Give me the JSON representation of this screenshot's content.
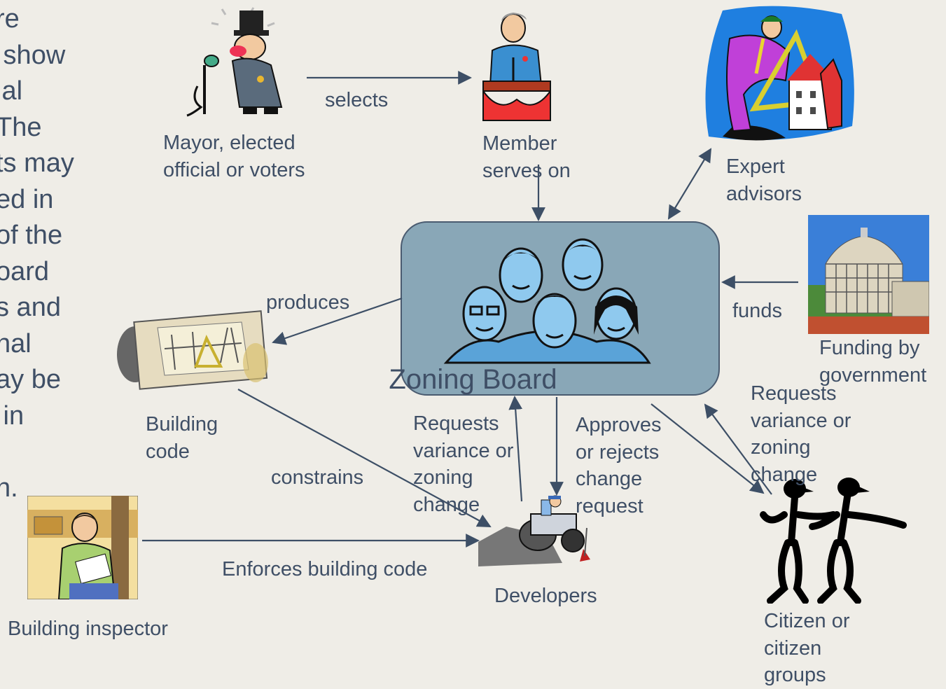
{
  "side_text": [
    "re",
    " show",
    "ial",
    "The",
    "ts may",
    "ed in",
    "of the",
    "oard",
    "s and",
    "nal",
    "ay be",
    " in",
    "",
    "n."
  ],
  "nodes": {
    "mayor": "Mayor, elected\nofficial or voters",
    "member": "Member\nserves on",
    "expert": "Expert\nadvisors",
    "zoning_board": "Zoning Board",
    "funding": "Funding by\ngovernment",
    "building_code": "Building\ncode",
    "inspector": "Building inspector",
    "developers": "Developers",
    "citizen": "Citizen or\ncitizen\ngroups"
  },
  "edges": {
    "selects": "selects",
    "produces": "produces",
    "funds": "funds",
    "constrains": "constrains",
    "dev_requests": "Requests\nvariance or\nzoning\nchange",
    "approves": "Approves\nor rejects\nchange\nrequest",
    "citizen_requests": "Requests\nvariance or\nzoning\nchange",
    "enforces": "Enforces building code"
  },
  "icons": [
    "mayor-clipart-icon",
    "member-podium-clipart-icon",
    "expert-architect-clipart-icon",
    "board-people-clipart-icon",
    "government-building-icon",
    "blueprint-clipart-icon",
    "inspector-clipart-icon",
    "steamroller-clipart-icon",
    "citizens-silhouette-icon"
  ],
  "colors": {
    "background": "#efede7",
    "board_fill": "#89a7b7",
    "text": "#3f4f66",
    "arrow": "#3d4f66"
  }
}
